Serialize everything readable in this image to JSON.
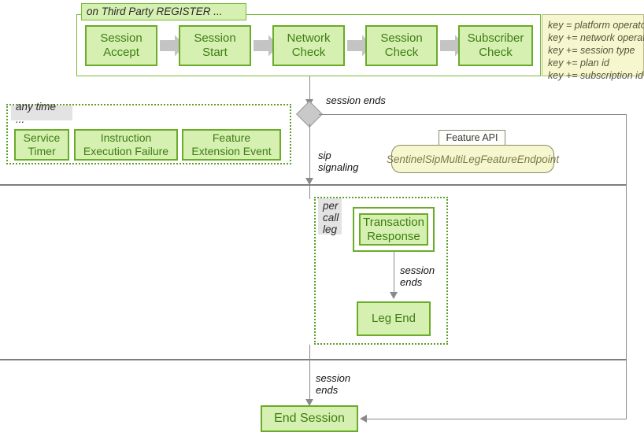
{
  "diagram": {
    "title_tag": "on Third Party REGISTER ...",
    "register_flow": {
      "steps": [
        {
          "label": "Session\nAccept"
        },
        {
          "label": "Session\nStart"
        },
        {
          "label": "Network\nCheck"
        },
        {
          "label": "Session\nCheck"
        },
        {
          "label": "Subscriber\nCheck"
        }
      ]
    },
    "key_box": {
      "lines": [
        "key = platform operator",
        "key += network operator",
        "key += session type",
        "key += plan id",
        "key += subscription id"
      ]
    },
    "any_time": {
      "tag": "any time ...",
      "items": [
        {
          "label": "Service\nTimer"
        },
        {
          "label": "Instruction\nExecution Failure"
        },
        {
          "label": "Feature\nExtension Event"
        }
      ]
    },
    "feature_api": {
      "tab_label": "Feature API",
      "endpoint": "SentinelSipMultiLegFeatureEndpoint"
    },
    "per_call_leg": {
      "tag": "per\ncall\nleg",
      "transaction_response": "Transaction\nResponse",
      "leg_end": "Leg End",
      "edge_label": "session\nends"
    },
    "edges": {
      "session_ends_top": "session ends",
      "sip_signaling": "sip\nsignaling",
      "session_ends_bottom": "session\nends"
    },
    "end_session": "End Session",
    "colors": {
      "node_fill": "#d5f0b1",
      "node_border": "#6aab2a",
      "node_text": "#3f7d13",
      "key_fill": "#f7f7cf",
      "key_border": "#b9b98a",
      "chevron": "#c4c4c4",
      "line": "#8a8a8a",
      "tag_grey": "#e3e3e3"
    }
  }
}
